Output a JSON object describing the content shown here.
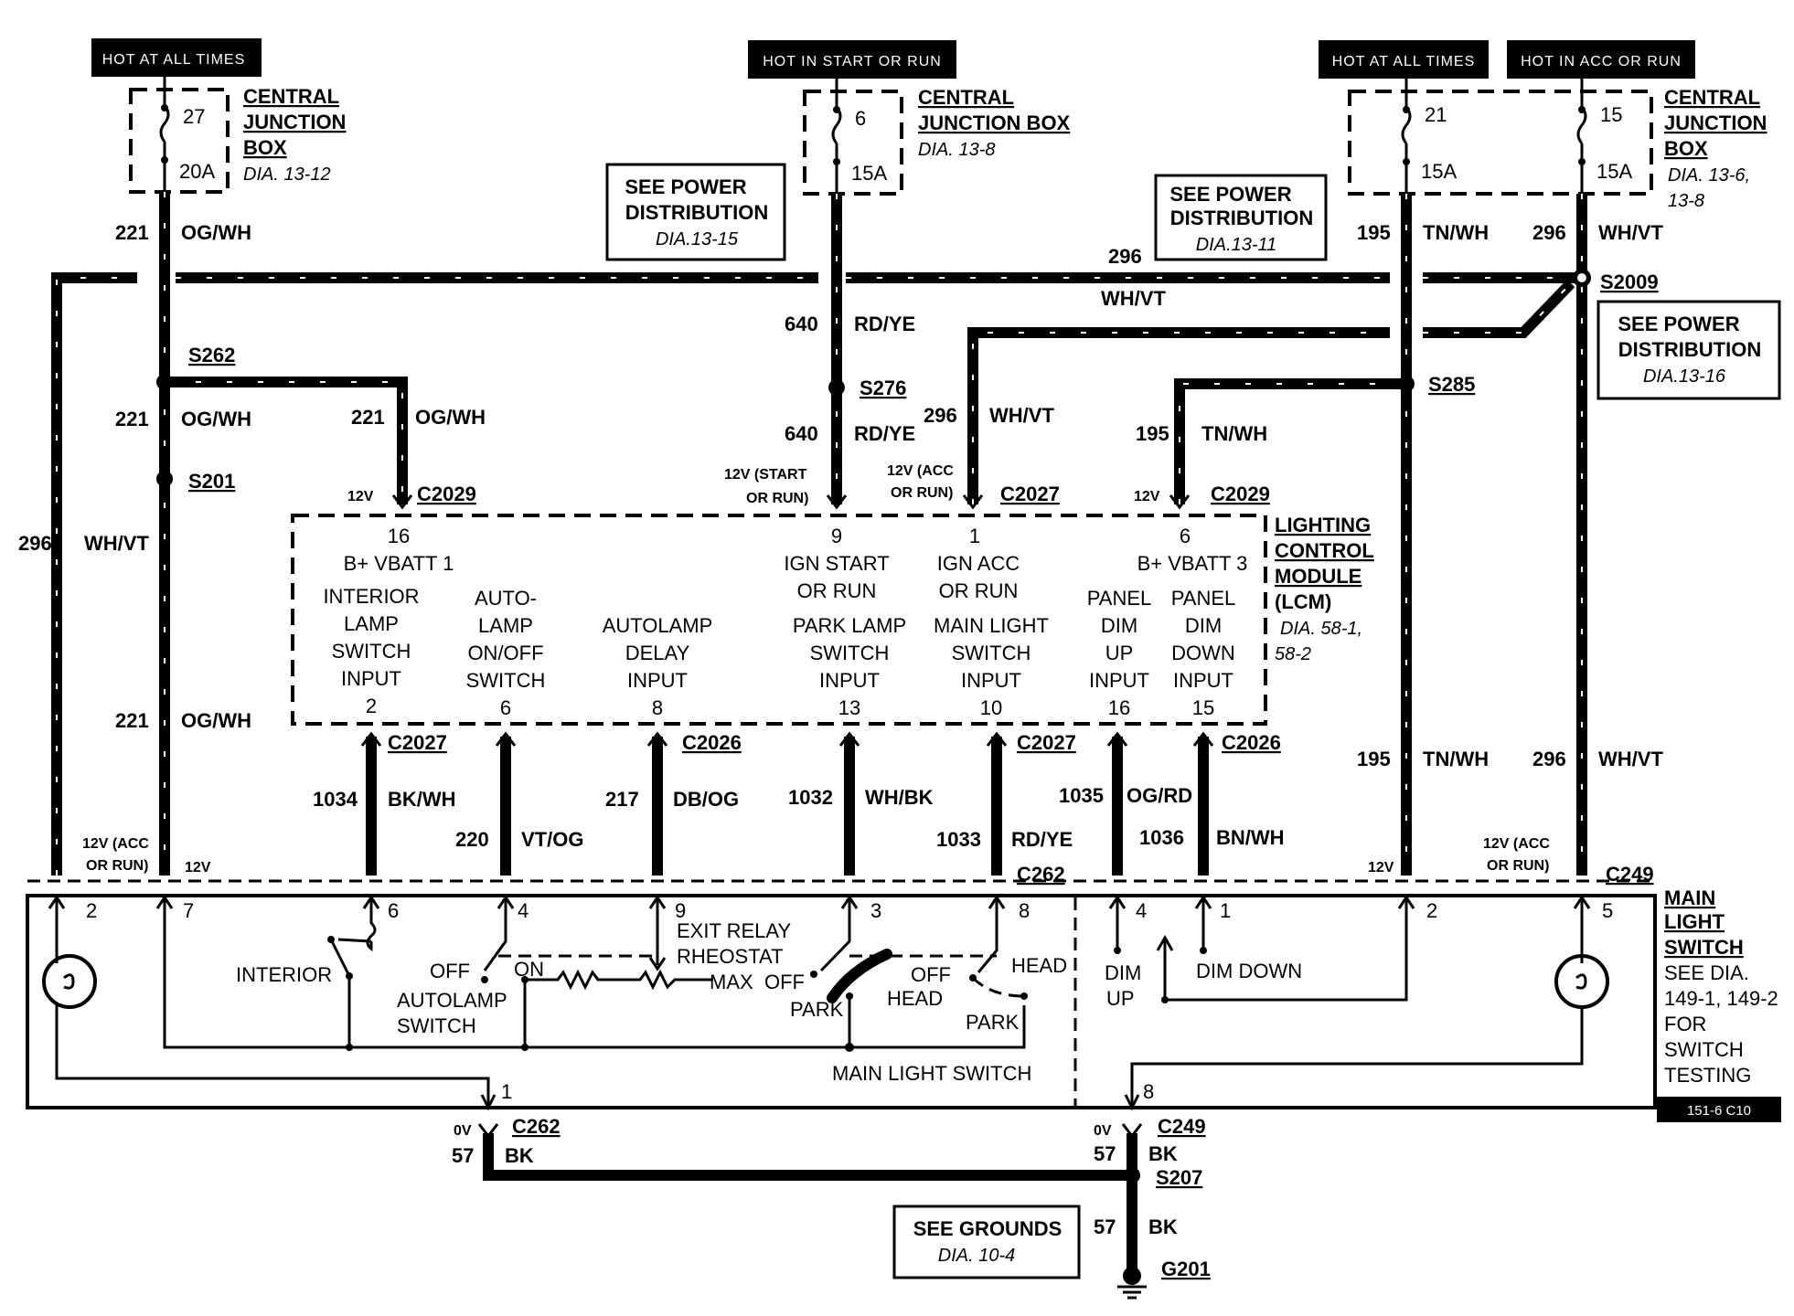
{
  "diagram": {
    "headers": {
      "hot_left": "HOT AT ALL TIMES",
      "hot_start_run": "HOT IN START OR RUN",
      "hot_right": "HOT AT ALL TIMES",
      "hot_acc_run": "HOT IN ACC OR RUN"
    },
    "fuses": {
      "f27": "27",
      "f27_amp": "20A",
      "f6": "6",
      "f6_amp": "15A",
      "f21": "21",
      "f21_amp": "15A",
      "f15": "15",
      "f15_amp": "15A"
    },
    "cjb": {
      "left_line1": "CENTRAL",
      "left_line2": "JUNCTION",
      "left_line3": "BOX",
      "left_dia": "DIA. 13-12",
      "mid_line1": "CENTRAL",
      "mid_line2": "JUNCTION BOX",
      "mid_dia": "DIA. 13-8",
      "right_line1": "CENTRAL",
      "right_line2": "JUNCTION",
      "right_line3": "BOX",
      "right_dia1": "DIA. 13-6,",
      "right_dia2": "13-8"
    },
    "refs": {
      "pd1_line1": "SEE POWER",
      "pd1_line2": "DISTRIBUTION",
      "pd1_dia": "DIA.13-15",
      "pd2_line1": "SEE POWER",
      "pd2_line2": "DISTRIBUTION",
      "pd2_dia": "DIA.13-11",
      "pd3_line1": "SEE POWER",
      "pd3_line2": "DISTRIBUTION",
      "pd3_dia": "DIA.13-16",
      "gnd_line1": "SEE GROUNDS",
      "gnd_dia": "DIA. 10-4"
    },
    "circuits": {
      "c221": "221",
      "og_wh": "OG/WH",
      "c296": "296",
      "wh_vt": "WH/VT",
      "c640": "640",
      "rd_ye": "RD/YE",
      "c195": "195",
      "tn_wh": "TN/WH",
      "c1034": "1034",
      "bk_wh": "BK/WH",
      "c220": "220",
      "vt_og": "VT/OG",
      "c217": "217",
      "db_og": "DB/OG",
      "c1032": "1032",
      "wh_bk": "WH/BK",
      "c1033": "1033",
      "rd_ye2": "RD/YE",
      "c1035": "1035",
      "og_rd": "OG/RD",
      "c1036": "1036",
      "bn_wh": "BN/WH",
      "c57": "57",
      "bk": "BK"
    },
    "splices": {
      "s262": "S262",
      "s201": "S201",
      "s276": "S276",
      "s285": "S285",
      "s2009": "S2009",
      "s207": "S207",
      "g201": "G201"
    },
    "connectors": {
      "c2029": "C2029",
      "c2027": "C2027",
      "c2026": "C2026",
      "c262": "C262",
      "c249": "C249"
    },
    "voltages": {
      "v12": "12V",
      "v12_start1": "12V (START",
      "v12_start2": "OR RUN)",
      "v12_acc1": "12V (ACC",
      "v12_acc2": "OR RUN)",
      "v0": "0V"
    },
    "lcm": {
      "title1": "LIGHTING",
      "title2": "CONTROL",
      "title3": "MODULE",
      "title4": "(LCM)",
      "dia1": "DIA. 58-1,",
      "dia2": "58-2",
      "p16": "16",
      "p16_label": "B+ VBATT 1",
      "p9": "9",
      "p9_l1": "IGN START",
      "p9_l2": "OR RUN",
      "p1": "1",
      "p1_l1": "IGN ACC",
      "p1_l2": "OR RUN",
      "p6": "6",
      "p6_label": "B+ VBATT 3",
      "i2_l1": "INTERIOR",
      "i2_l2": "LAMP",
      "i2_l3": "SWITCH",
      "i2_l4": "INPUT",
      "i2_pin": "2",
      "i6_l1": "AUTO-",
      "i6_l2": "LAMP",
      "i6_l3": "ON/OFF",
      "i6_l4": "SWITCH",
      "i6_pin": "6",
      "i8_l1": "AUTOLAMP",
      "i8_l2": "DELAY",
      "i8_l3": "INPUT",
      "i8_pin": "8",
      "i13_l1": "PARK LAMP",
      "i13_l2": "SWITCH",
      "i13_l3": "INPUT",
      "i13_pin": "13",
      "i10_l1": "MAIN LIGHT",
      "i10_l2": "SWITCH",
      "i10_l3": "INPUT",
      "i10_pin": "10",
      "i16_l1": "PANEL",
      "i16_l2": "DIM",
      "i16_l3": "UP",
      "i16_l4": "INPUT",
      "i16_pin": "16",
      "i15_l1": "PANEL",
      "i15_l2": "DIM",
      "i15_l3": "DOWN",
      "i15_l4": "INPUT",
      "i15_pin": "15"
    },
    "msw": {
      "title1": "MAIN",
      "title2": "LIGHT",
      "title3": "SWITCH",
      "see1": "SEE DIA.",
      "see2": "149-1, 149-2",
      "see3": "FOR",
      "see4": "SWITCH",
      "see5": "TESTING",
      "pins": [
        "2",
        "7",
        "6",
        "4",
        "9",
        "3",
        "8",
        "4",
        "1",
        "2",
        "5",
        "1",
        "8"
      ],
      "interior": "INTERIOR",
      "off": "OFF",
      "on": "ON",
      "autolamp1": "AUTOLAMP",
      "autolamp2": "SWITCH",
      "exit1": "EXIT RELAY",
      "exit2": "RHEOSTAT",
      "max": "MAX",
      "off2": "OFF",
      "park": "PARK",
      "off3": "OFF",
      "head": "HEAD",
      "head2": "HEAD",
      "park2": "PARK",
      "main_ls": "MAIN LIGHT SWITCH",
      "dim_up1": "DIM",
      "dim_up2": "UP",
      "dim_down": "DIM DOWN"
    },
    "code": "151-6 C10"
  }
}
